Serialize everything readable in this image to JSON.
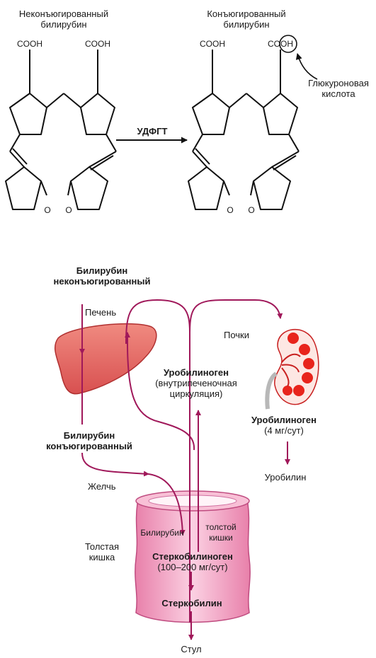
{
  "structures": {
    "left_title_line1": "Неконъюгированный",
    "left_title_line2": "билирубин",
    "right_title_line1": "Конъюгированный",
    "right_title_line2": "билирубин",
    "cooh": "COOH",
    "oxygen": "O",
    "enzyme": "УДФГТ",
    "glucuronic_line1": "Глюкуроновая",
    "glucuronic_line2": "кислота"
  },
  "flow": {
    "bili_unconj_line1": "Билирубин",
    "bili_unconj_line2": "неконъюгированный",
    "liver": "Печень",
    "kidneys": "Почки",
    "urobilinogen_title": "Уробилиноген",
    "urobilinogen_sub1": "(внутрипеченочная",
    "urobilinogen_sub2": "циркуляция)",
    "bili_conj_line1": "Билирубин",
    "bili_conj_line2": "конъюгированный",
    "urob_kidney_title": "Уробилиноген",
    "urob_kidney_sub": "(4 мг/сут)",
    "urobilin": "Уробилин",
    "bile": "Желчь",
    "colon_line1": "Толстая",
    "colon_line2": "кишка",
    "colon_bili": "Билирубин",
    "colon_top1": "толстой",
    "colon_top2": "кишки",
    "stercobilinogen": "Стеркобилиноген",
    "stercobilinogen_amount": "(100–200 мг/сут)",
    "stercobilin": "Стеркобилин",
    "stool": "Стул"
  },
  "colors": {
    "arrow": "#a0185a",
    "liver": "#e06060",
    "colon": "#f2a6c4",
    "kidney": "#e8241c"
  }
}
